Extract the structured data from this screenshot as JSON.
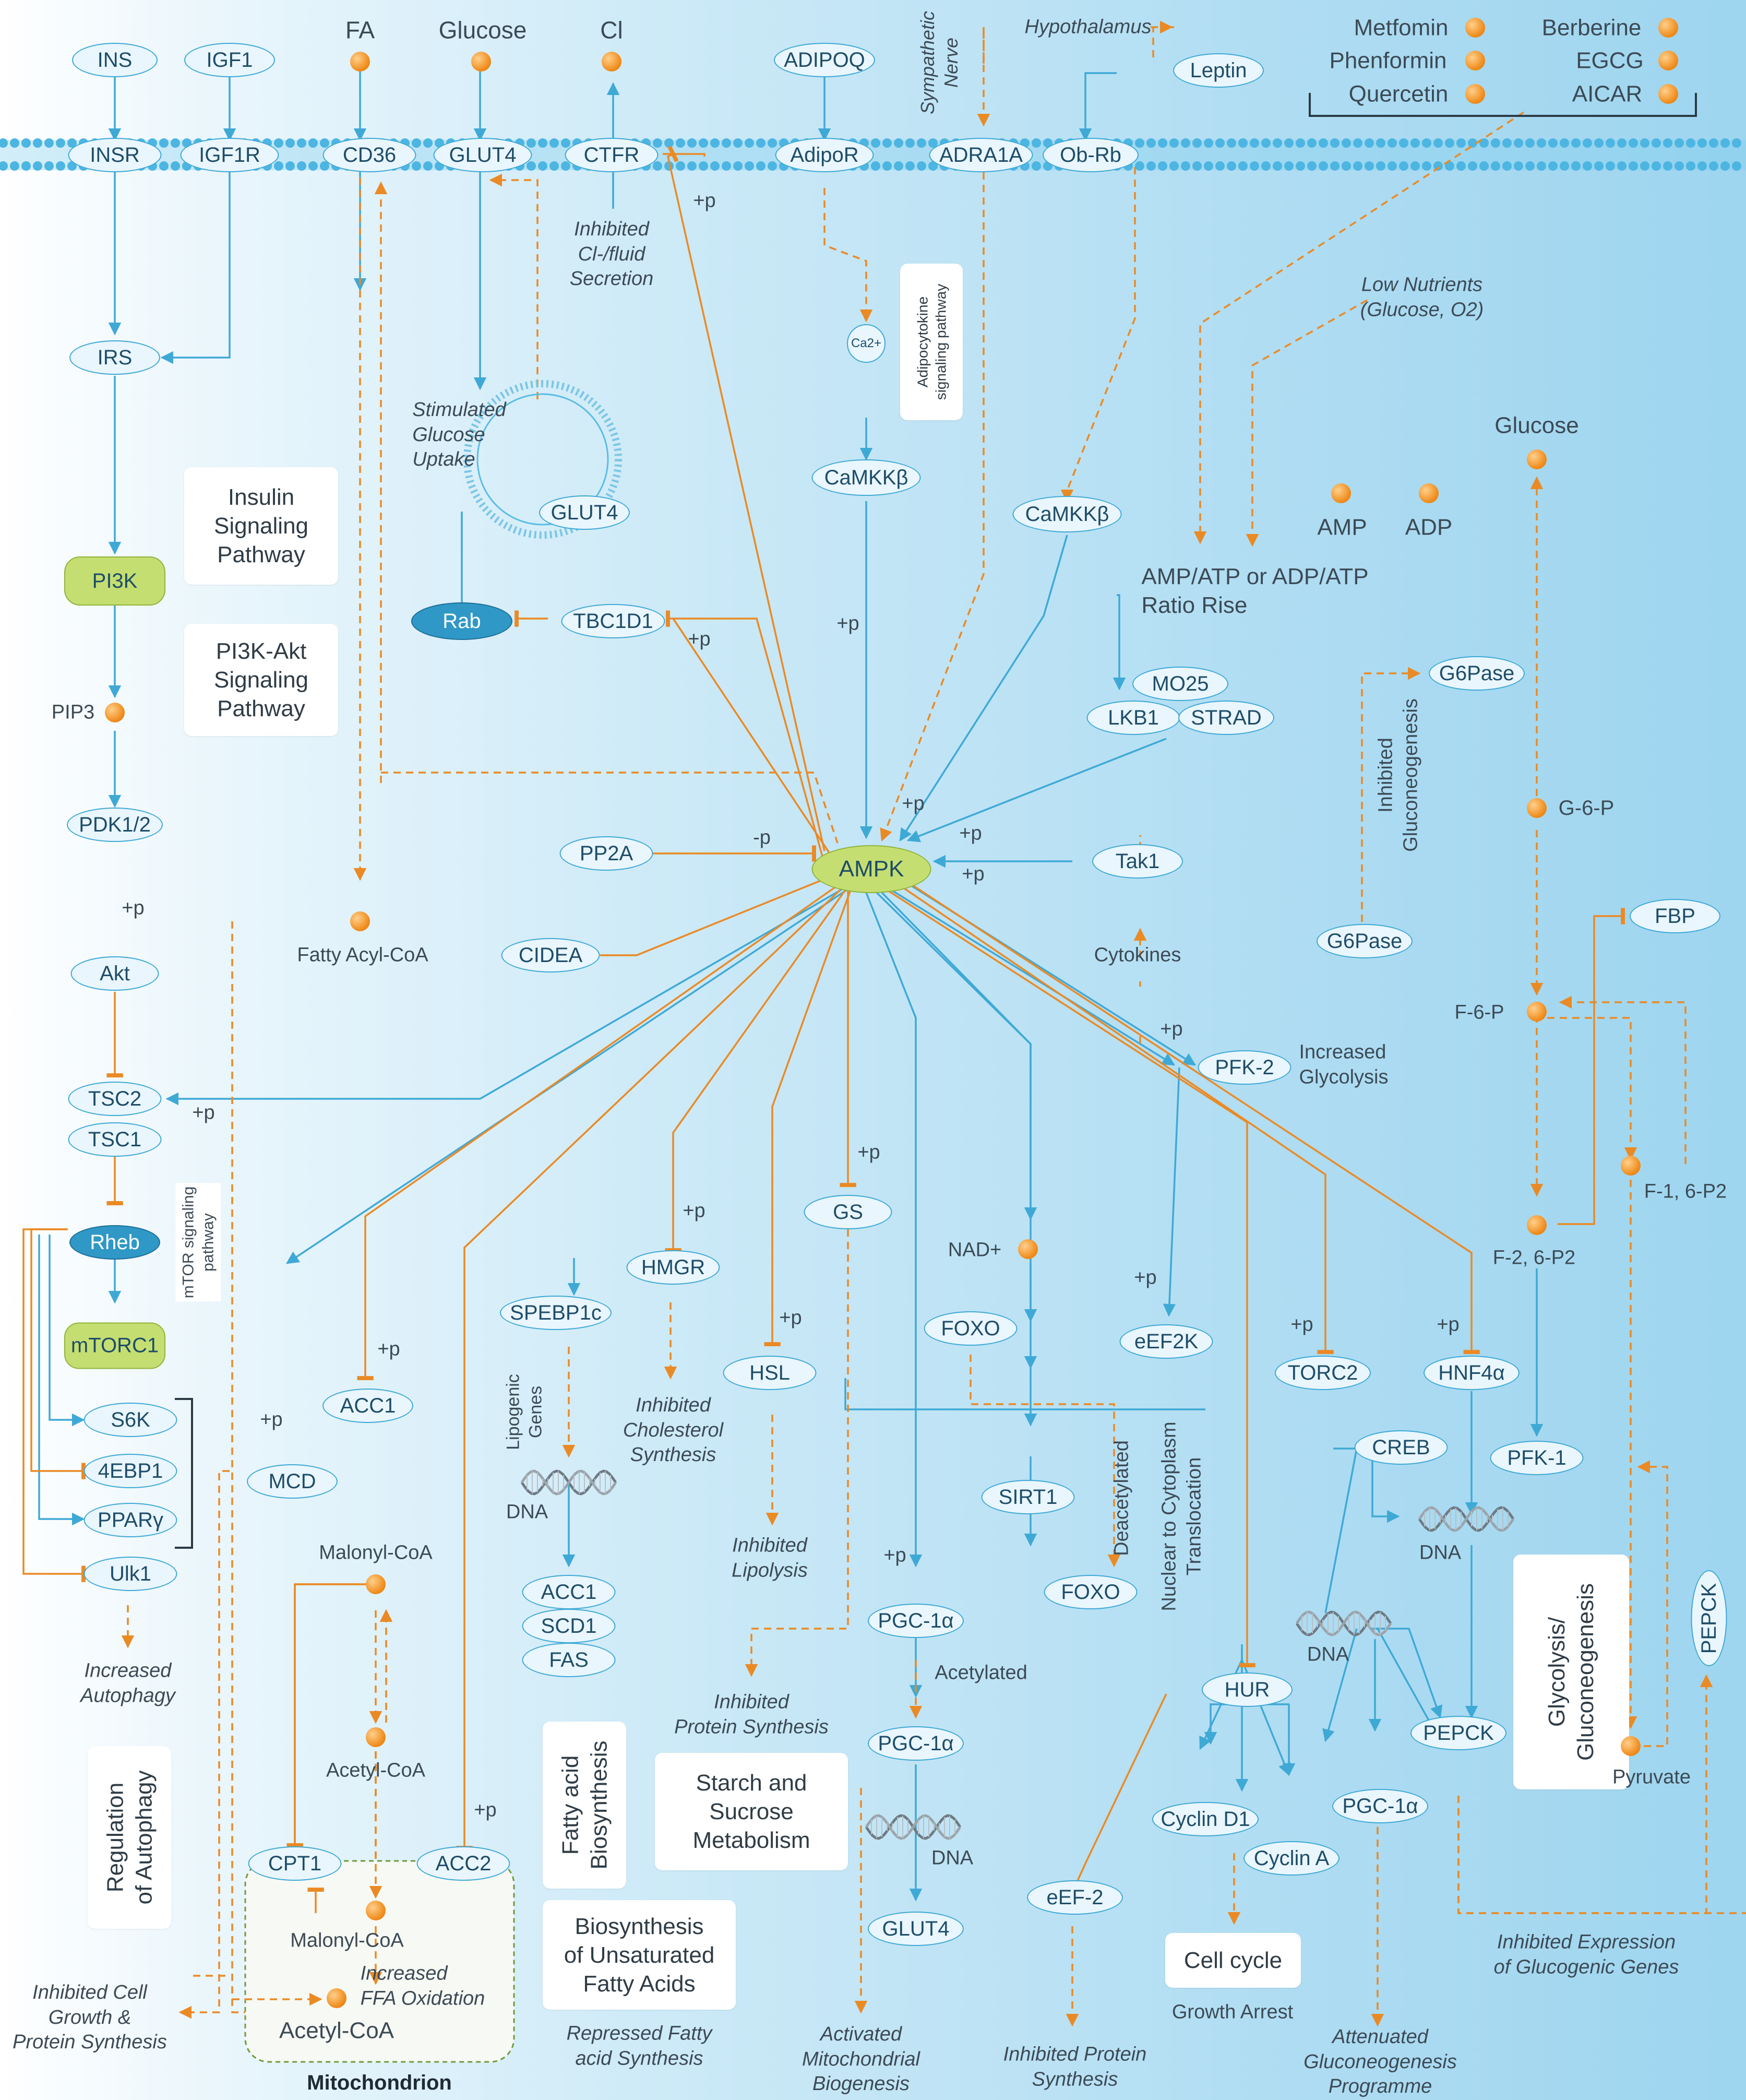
{
  "membrane_receptors": {
    "insr": "INSR",
    "igf1r": "IGF1R",
    "cd36": "CD36",
    "glut4": "GLUT4",
    "ctfr": "CTFR",
    "adipor": "AdipoR",
    "adra1a": "ADRA1A",
    "obrb": "Ob-Rb"
  },
  "ligands": {
    "ins": "INS",
    "igf1": "IGF1",
    "fa": "FA",
    "glucose": "Glucose",
    "cl": "Cl",
    "adipoq": "ADIPOQ",
    "hypothalamus": "Hypothalamus",
    "leptin": "Leptin",
    "sympathetic_nerve": "Sympathetic\nNerve"
  },
  "drugs": {
    "metformin": "Metfomin",
    "phenformin": "Phenformin",
    "quercetin": "Quercetin",
    "berberine": "Berberine",
    "egcg": "EGCG",
    "aicar": "AICAR"
  },
  "insulin_branch": {
    "irs": "IRS",
    "pi3k": "PI3K",
    "pip3": "PIP3",
    "pdk": "PDK1/2",
    "akt": "Akt",
    "tsc2": "TSC2",
    "tsc1": "TSC1",
    "rheb": "Rheb",
    "mtorc1": "mTORC1",
    "s6k": "S6K",
    "ebp1": "4EBP1",
    "ppar": "PPARγ",
    "ulk1": "Ulk1",
    "increased_autophagy": "Increased\nAutophagy",
    "mtor_pathway": "mTOR signaling\npathway"
  },
  "mid_labels": {
    "inhibited_cl": "Inhibited\nCl-/fluid\nSecretion",
    "stimulated_glucose": "Stimulated\nGlucose\nUptake",
    "glut4_vesicle": "GLUT4",
    "rab": "Rab",
    "tbc1d1": "TBC1D1",
    "ca": "Ca2+",
    "camkkb1": "CaMKKβ",
    "camkkb2": "CaMKKβ",
    "adipocytokine": "Adipocytokine\nsignaling pathway",
    "low_nutrients": "Low Nutrients\n(Glucose, O2)",
    "ratio_rise": "AMP/ATP or ADP/ATP\nRatio Rise",
    "amp": "AMP",
    "adp": "ADP",
    "mo25": "MO25",
    "lkb1": "LKB1",
    "strad": "STRAD",
    "ampk": "AMPK",
    "pp2a": "PP2A",
    "cidea": "CIDEA",
    "tak1": "Tak1",
    "cytokines": "Cytokines",
    "fatty_acyl_coa": "Fatty Acyl-CoA",
    "pfk2": "PFK-2",
    "increased_glycolysis": "Increased\nGlycolysis",
    "plus_p": "+p",
    "minus_p": "-p"
  },
  "boxes": {
    "insulin": "Insulin\nSignaling\nPathway",
    "pi3k_akt": "PI3K-Akt\nSignaling\nPathway",
    "autophagy": "Regulation\nof Autophagy",
    "fatty_acid": "Fatty acid\nBiosynthesis",
    "starch": "Starch and\nSucrose\nMetabolism",
    "unsat": "Biosynthesis\nof Unsaturated\nFatty Acids",
    "cell_cycle": "Cell cycle",
    "glycolysis": "Glycolysis/\nGluconeogenesis"
  },
  "lower": {
    "mcd": "MCD",
    "acc1": "ACC1",
    "spebp1c": "SPEBP1c",
    "lipogenic": "Lipogenic\nGenes",
    "dna": "DNA",
    "acc1b": "ACC1",
    "scd1": "SCD1",
    "fas": "FAS",
    "hmgr": "HMGR",
    "inhibited_chol": "Inhibited\nCholesterol\nSynthesis",
    "hsl": "HSL",
    "inhibited_lipolysis": "Inhibited\nLipolysis",
    "gs": "GS",
    "inhibited_protein": "Inhibited\nProtein Synthesis",
    "nad": "NAD+",
    "foxo1": "FOXO",
    "sirt1": "SIRT1",
    "foxo2": "FOXO",
    "deacetylated": "Deacetylated",
    "pgc1": "PGC-1α",
    "acetylated": "Acetylated",
    "pgc2": "PGC-1α",
    "glut4b": "GLUT4",
    "activated_mito": "Activated\nMitochondrial\nBiogenesis",
    "eef2k": "eEF2K",
    "nuclear": "Nuclear to Cytoplasm\nTranslocation",
    "eef2": "eEF-2",
    "inhibited_protein2": "Inhibited Protein\nSynthesis",
    "torc2": "TORC2",
    "creb": "CREB",
    "hur": "HUR",
    "cyclin_d1": "Cyclin D1",
    "cyclin_a": "Cyclin A",
    "growth_arrest": "Growth Arrest",
    "pgc3": "PGC-1α",
    "attenuated": "Attenuated\nGluconeogenesis\nProgramme",
    "hnf4": "HNF4α",
    "pepck1": "PEPCK",
    "inhibited_expr": "Inhibited Expression\nof Glucogenic Genes",
    "malonyl1": "Malonyl-CoA",
    "acetyl_coa": "Acetyl-CoA",
    "cpt1": "CPT1",
    "acc2": "ACC2",
    "malonyl2": "Malonyl-CoA",
    "increased_ffa": "Increased\nFFA Oxidation",
    "acetyl_coa2": "Acetyl-CoA",
    "mitochondrion": "Mitochondrion",
    "repressed": "Repressed Fatty\nacid Synthesis",
    "inhibited_cell": "Inhibited Cell\nGrowth &\nProtein Synthesis"
  },
  "glycolysis_branch": {
    "glucose": "Glucose",
    "g6pase1": "G6Pase",
    "g6pase2": "G6Pase",
    "inhibited_gluco": "Inhibited\nGluconeogenesis",
    "g6p": "G-6-P",
    "fbp": "FBP",
    "f6p": "F-6-P",
    "f16p2": "F-1, 6-P2",
    "f26p2": "F-2, 6-P2",
    "pfk1": "PFK-1",
    "pyruvate": "Pyruvate",
    "pepck2": "PEPCK"
  },
  "colors": {
    "blue_line": "#3fa9d6",
    "orange_line": "#ea8a25",
    "membrane": "#5bbde6",
    "green_node": "#c5de71",
    "rheb": "#2f98c6"
  }
}
